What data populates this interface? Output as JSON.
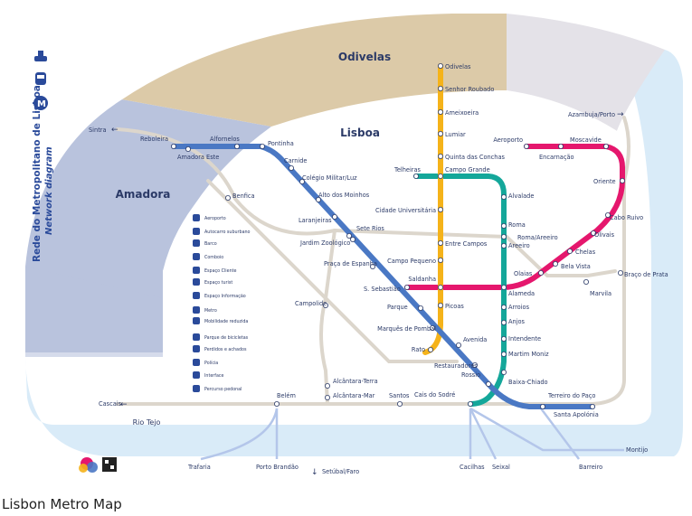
{
  "caption": "Lisbon Metro Map",
  "map_title": {
    "line1": "Rede do Metropolitano de Lisboa",
    "line2": "Network diagram"
  },
  "regions": {
    "odivelas": "Odivelas",
    "lisboa": "Lisboa",
    "amadora": "Amadora",
    "river": "Rio Tejo"
  },
  "colors": {
    "yellow": "#f5b31a",
    "blue": "#4a78c4",
    "green": "#14a79a",
    "red": "#e5176d",
    "rail": "#dcd6cc",
    "water": "#d9ebf8",
    "amadora_bg": "#b9c3dd",
    "odivelas_bg": "#dccaa8",
    "east_bg": "#e4e2e8"
  },
  "lines": {
    "yellow": [
      "Odivelas",
      "Senhor Roubado",
      "Ameixoeira",
      "Lumiar",
      "Quinta das Conchas",
      "Campo Grande",
      "Cidade Universitária",
      "Entre Campos",
      "Campo Pequeno",
      "Saldanha",
      "Picoas",
      "Marquês de Pombal",
      "Rato"
    ],
    "blue": [
      "Reboleira",
      "Amadora Este",
      "Alfornelos",
      "Pontinha",
      "Carnide",
      "Colégio Militar/Luz",
      "Alto dos Moinhos",
      "Laranjeiras",
      "Jardim Zoológico",
      "Praça de Espanha",
      "S. Sebastião",
      "Parque",
      "Marquês de Pombal",
      "Avenida",
      "Restauradores",
      "Baixa-Chiado",
      "Terreiro do Paço",
      "Santa Apolónia"
    ],
    "green": [
      "Telheiras",
      "Campo Grande",
      "Alvalade",
      "Roma",
      "Areeiro",
      "Alameda",
      "Arroios",
      "Anjos",
      "Intendente",
      "Martim Moniz",
      "Rossio",
      "Baixa-Chiado",
      "Cais do Sodré"
    ],
    "red": [
      "Aeroporto",
      "Encarnação",
      "Moscavide",
      "Oriente",
      "Cabo Ruivo",
      "Olivais",
      "Chelas",
      "Bela Vista",
      "Olaias",
      "Alameda",
      "Saldanha",
      "S. Sebastião"
    ]
  },
  "labels": {
    "odivelas": "Odivelas",
    "senhor_roubado": "Senhor Roubado",
    "ameixoeira": "Ameixoeira",
    "lumiar": "Lumiar",
    "quinta_conchas": "Quinta das Conchas",
    "campo_grande": "Campo Grande",
    "telheiras": "Telheiras",
    "cidade_univ": "Cidade Universitária",
    "entre_campos": "Entre Campos",
    "campo_pequeno": "Campo Pequeno",
    "saldanha": "Saldanha",
    "picoas": "Picoas",
    "marques": "Marquês de Pombal",
    "rato": "Rato",
    "reboleira": "Reboleira",
    "amadora_este": "Amadora Este",
    "alfornelos": "Alfornelos",
    "pontinha": "Pontinha",
    "carnide": "Carnide",
    "colegio": "Colégio Militar/Luz",
    "alto_moinhos": "Alto dos Moinhos",
    "laranjeiras": "Laranjeiras",
    "sete_rios": "Sete Rios",
    "jardim_zoo": "Jardim Zoológico",
    "praca_espanha": "Praça de Espanha",
    "sebastiao": "S. Sebastião",
    "parque": "Parque",
    "avenida": "Avenida",
    "restauradores": "Restauradores",
    "rossio": "Rossio",
    "baixa_chiado": "Baixa-Chiado",
    "terreiro": "Terreiro do Paço",
    "santa_apolonia": "Santa Apolónia",
    "cais_sodre": "Cais do Sodré",
    "alvalade": "Alvalade",
    "roma": "Roma",
    "roma_areeiro": "Roma/Areeiro",
    "areeiro": "Areeiro",
    "alameda": "Alameda",
    "arroios": "Arroios",
    "anjos": "Anjos",
    "intendente": "Intendente",
    "martim_moniz": "Martim Moniz",
    "aeroporto": "Aeroporto",
    "encarnacao": "Encarnação",
    "moscavide": "Moscavide",
    "oriente": "Oriente",
    "cabo_ruivo": "Cabo Ruivo",
    "olivais": "Olivais",
    "chelas": "Chelas",
    "bela_vista": "Bela Vista",
    "olaias": "Olaias",
    "marvila": "Marvila",
    "braco_prata": "Braço de Prata",
    "azambuja": "Azambuja/Porto",
    "sintra": "Sintra",
    "benfica": "Benfica",
    "campolide": "Campolide",
    "alcantara_terra": "Alcântara-Terra",
    "alcantara_mar": "Alcântara-Mar",
    "santos": "Santos",
    "belem": "Belém",
    "cascais": "Cascais",
    "trafaria": "Trafaria",
    "porto_brandao": "Porto Brandão",
    "setubal": "Setúbal/Faro",
    "cacilhas": "Cacilhas",
    "seixal": "Seixal",
    "barreiro": "Barreiro",
    "montijo": "Montijo"
  },
  "legend": [
    "Aeroporto",
    "Autocarro suburbano",
    "Barco",
    "Comboio",
    "Espaço Cliente",
    "Espaço turist",
    "Espaço Informação",
    "Metro",
    "Mobilidade reduzida",
    "Parque de bicicletas",
    "Perdidos e achados",
    "Polícia",
    "Interface",
    "Percurso pedonal"
  ],
  "icons": [
    "boat-icon",
    "train-icon",
    "metro-logo-icon",
    "wheelchair-icon",
    "bus-icon",
    "bicycle-icon",
    "airplane-icon",
    "arrow-left-icon",
    "arrow-right-icon",
    "arrow-down-icon"
  ]
}
